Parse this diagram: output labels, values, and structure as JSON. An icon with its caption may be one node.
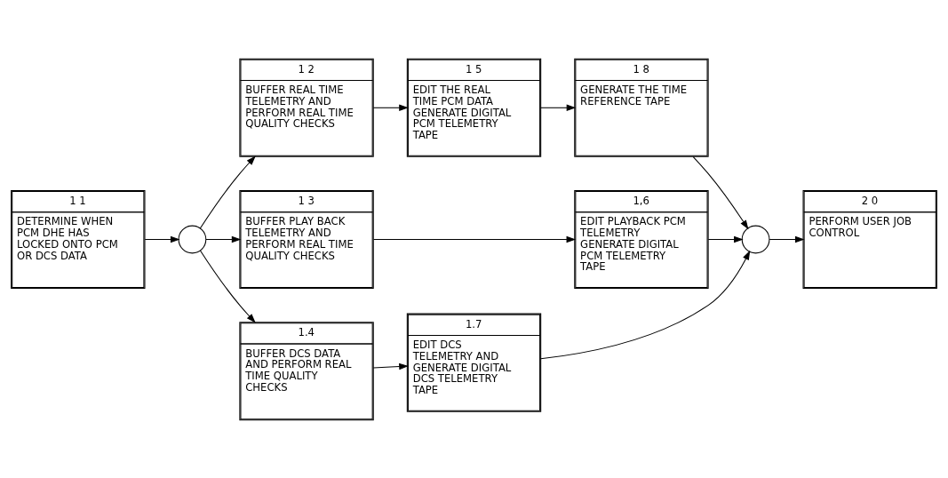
{
  "diagram": {
    "nodes": [
      {
        "text": [
          "1 2",
          "BUFFER REAL TIME TELEMETRY AND PERFORM REAL TIME QUALITY CHECKS"
        ]
      },
      {
        "text": [
          "1 5",
          "EDIT THE REAL TIME PCM DATA GENERATE DIGITAL PCM TELEMETRY TAPE"
        ]
      },
      {
        "text": [
          "1 8",
          "GENERATE THE TIME REFERENCE TAPE"
        ]
      },
      {
        "text": [
          "1 1",
          "DETERMINE WHEN PCM DHE HAS LOCKED ONTO PCM OR DCS DATA"
        ]
      },
      {
        "text": [],
        "shape": "circle"
      },
      {
        "text": [
          "1 3",
          "BUFFER PLAY BACK TELEMETRY AND PERFORM REAL TIME QUALITY CHECKS"
        ]
      },
      {
        "text": [
          "1,6",
          "EDIT PLAYBACK PCM TELEMETRY GENERATE DIGITAL PCM TELEMETRY TAPE"
        ]
      },
      {
        "text": [],
        "shape": "circle"
      },
      {
        "text": [
          "2 0",
          "PERFORM USER JOB CONTROL"
        ]
      },
      {
        "text": [
          "1.4",
          "BUFFER DCS DATA AND PERFORM REAL TIME QUALITY CHECKS"
        ]
      },
      {
        "text": [
          "1.7",
          "EDIT DCS TELEMETRY AND GENERATE DIGITAL DCS TELEMETRY TAPE"
        ]
      }
    ],
    "edges": [
      {
        "from": 3,
        "to": 4,
        "arrow": "to"
      },
      {
        "from": 4,
        "to": 0,
        "arrow": "to"
      },
      {
        "from": 4,
        "to": 5,
        "arrow": "to"
      },
      {
        "from": 4,
        "to": 9,
        "arrow": "to"
      },
      {
        "from": 0,
        "to": 1,
        "arrow": "to"
      },
      {
        "from": 1,
        "to": 2,
        "arrow": "to"
      },
      {
        "from": 5,
        "to": 6,
        "arrow": "to"
      },
      {
        "from": 9,
        "to": 10,
        "arrow": "to"
      },
      {
        "from": 2,
        "to": 7,
        "arrow": "to"
      },
      {
        "from": 6,
        "to": 7,
        "arrow": "to"
      },
      {
        "from": 10,
        "to": 7,
        "arrow": "to"
      },
      {
        "from": 7,
        "to": 8,
        "arrow": "to"
      }
    ]
  }
}
